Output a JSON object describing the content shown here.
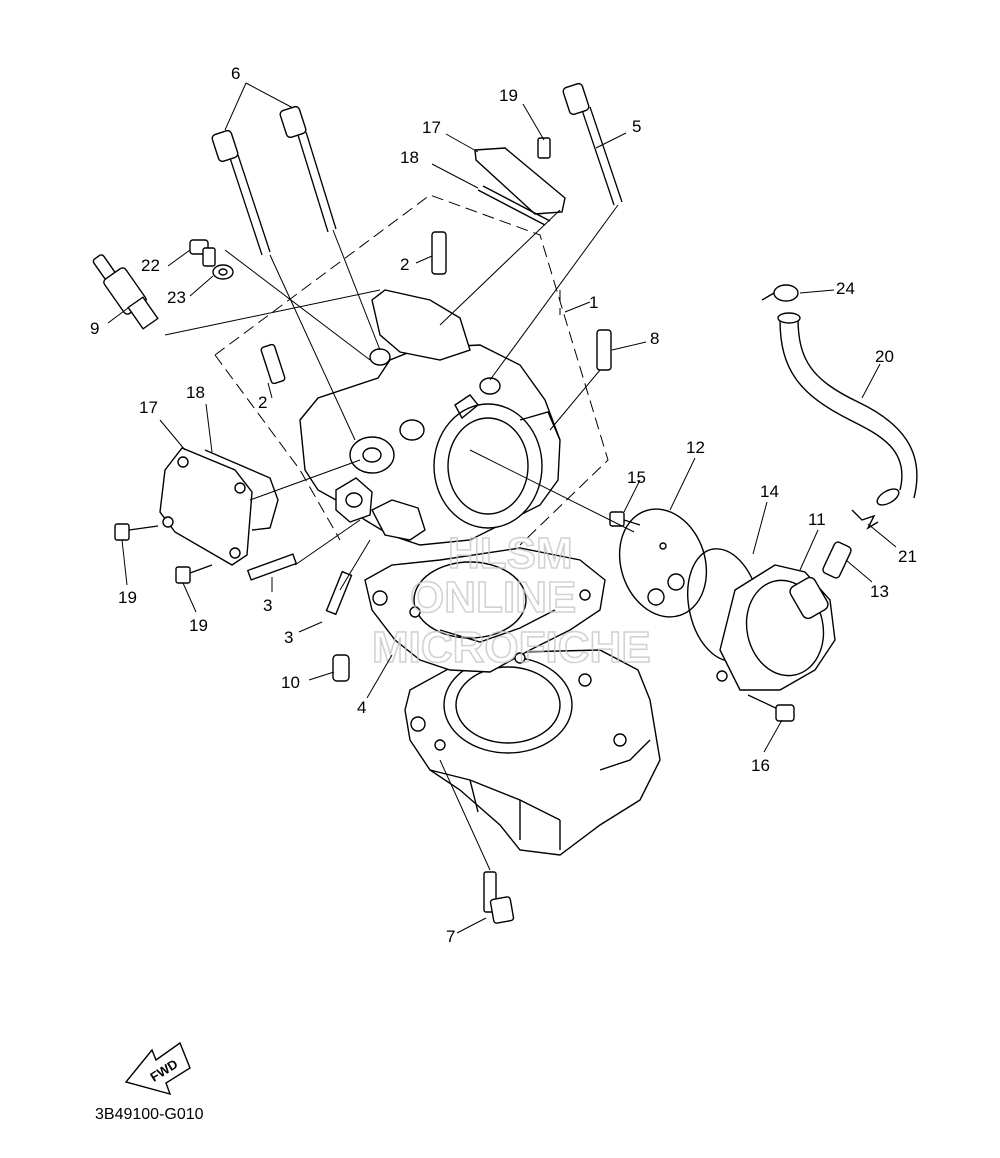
{
  "diagram": {
    "catalog_code": "3B49100-G010",
    "fwd_arrow_text": "FWD",
    "watermark": [
      "HLSM",
      "ONLINE",
      "MICROFICHE"
    ],
    "callouts": [
      {
        "id": "c1",
        "label": "1"
      },
      {
        "id": "c2a",
        "label": "2"
      },
      {
        "id": "c2b",
        "label": "2"
      },
      {
        "id": "c3a",
        "label": "3"
      },
      {
        "id": "c3b",
        "label": "3"
      },
      {
        "id": "c4",
        "label": "4"
      },
      {
        "id": "c5",
        "label": "5"
      },
      {
        "id": "c6",
        "label": "6"
      },
      {
        "id": "c7",
        "label": "7"
      },
      {
        "id": "c8",
        "label": "8"
      },
      {
        "id": "c9",
        "label": "9"
      },
      {
        "id": "c10",
        "label": "10"
      },
      {
        "id": "c11",
        "label": "11"
      },
      {
        "id": "c12",
        "label": "12"
      },
      {
        "id": "c13",
        "label": "13"
      },
      {
        "id": "c14",
        "label": "14"
      },
      {
        "id": "c15",
        "label": "15"
      },
      {
        "id": "c16",
        "label": "16"
      },
      {
        "id": "c17a",
        "label": "17"
      },
      {
        "id": "c17b",
        "label": "17"
      },
      {
        "id": "c18a",
        "label": "18"
      },
      {
        "id": "c18b",
        "label": "18"
      },
      {
        "id": "c19a",
        "label": "19"
      },
      {
        "id": "c19b",
        "label": "19"
      },
      {
        "id": "c19c",
        "label": "19"
      },
      {
        "id": "c20",
        "label": "20"
      },
      {
        "id": "c21",
        "label": "21"
      },
      {
        "id": "c22",
        "label": "22"
      },
      {
        "id": "c23",
        "label": "23"
      },
      {
        "id": "c24",
        "label": "24"
      }
    ]
  }
}
